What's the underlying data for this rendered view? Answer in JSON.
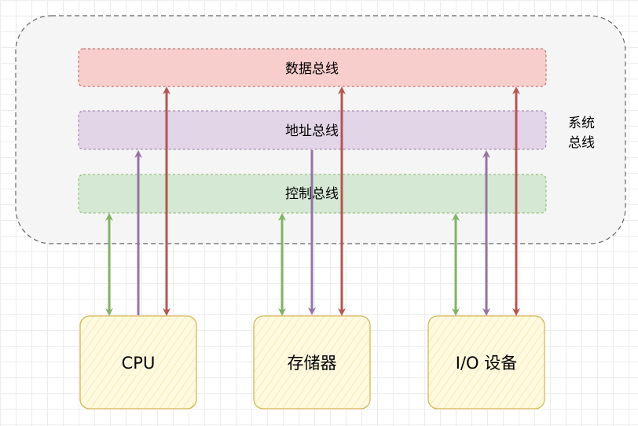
{
  "system_bus": {
    "label_line1": "系统",
    "label_line2": "总线",
    "buses": [
      {
        "id": "data",
        "label": "数据总线",
        "fill": "#f8cecc",
        "stroke": "#b85450"
      },
      {
        "id": "address",
        "label": "地址总线",
        "fill": "#e1d5e7",
        "stroke": "#9673a6"
      },
      {
        "id": "control",
        "label": "控制总线",
        "fill": "#d5e8d4",
        "stroke": "#82b366"
      }
    ]
  },
  "components": [
    {
      "id": "cpu",
      "label": "CPU"
    },
    {
      "id": "memory",
      "label": "存储器"
    },
    {
      "id": "io",
      "label": "I/O 设备"
    }
  ],
  "colors": {
    "data_arrow": "#b85450",
    "address_arrow": "#9673a6",
    "control_arrow": "#82b366",
    "component_fill": "#fff9e0",
    "component_stroke": "#d6b656",
    "container_fill": "#f5f5f5",
    "container_stroke": "#666666"
  }
}
